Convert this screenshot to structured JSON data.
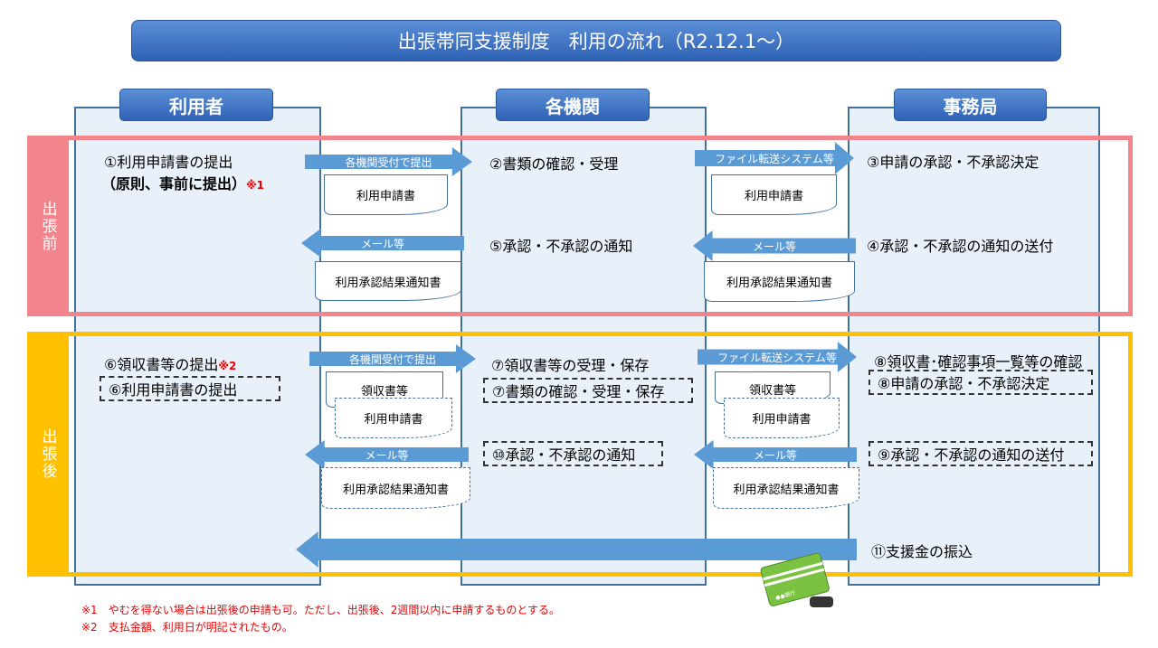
{
  "title": "出張帯同支援制度　利用の流れ（R2.12.1～）",
  "columns": [
    "利用者",
    "各機関",
    "事務局"
  ],
  "bands": {
    "before": "出張前",
    "after": "出張後",
    "before_color": "#f4848c",
    "after_color": "#ffc000"
  },
  "before": {
    "step1": "①利用申請書の提出",
    "step1_sub": "（原則、事前に提出）",
    "step1_mark": "※1",
    "step2": "②書類の確認・受理",
    "step3": "③申請の承認・不承認決定",
    "step4": "④承認・不承認の通知の送付",
    "step5": "⑤承認・不承認の通知",
    "arrow_submit": "各機関受付で提出",
    "arrow_mail": "メール等",
    "arrow_file": "ファイル転送システム等",
    "doc_app": "利用申請書",
    "doc_result": "利用承認結果通知書"
  },
  "after": {
    "step6": "⑥領収書等の提出",
    "step6_mark": "※2",
    "step6b": "⑥利用申請書の提出",
    "step7": "⑦領収書等の受理・保存",
    "step7b": "⑦書類の確認・受理・保存",
    "step8": "⑧領収書･確認事項一覧等の確認",
    "step8b": "⑧申請の承認・不承認決定",
    "step9": "⑨承認・不承認の通知の送付",
    "step10": "⑩承認・不承認の通知",
    "step11": "⑪支援金の振込",
    "arrow_submit": "各機関受付で提出",
    "arrow_mail": "メール等",
    "arrow_file": "ファイル転送システム等",
    "doc_receipt": "領収書等",
    "doc_app": "利用申請書",
    "doc_result": "利用承認結果通知書"
  },
  "bankbook_logo": "●●銀行",
  "notes": [
    "※1　やむを得ない場合は出張後の申請も可。ただし、出張後、2週間以内に申請するものとする。",
    "※2　支払金額、利用日が明記されたもの。"
  ],
  "accent": "#5b9bd5"
}
